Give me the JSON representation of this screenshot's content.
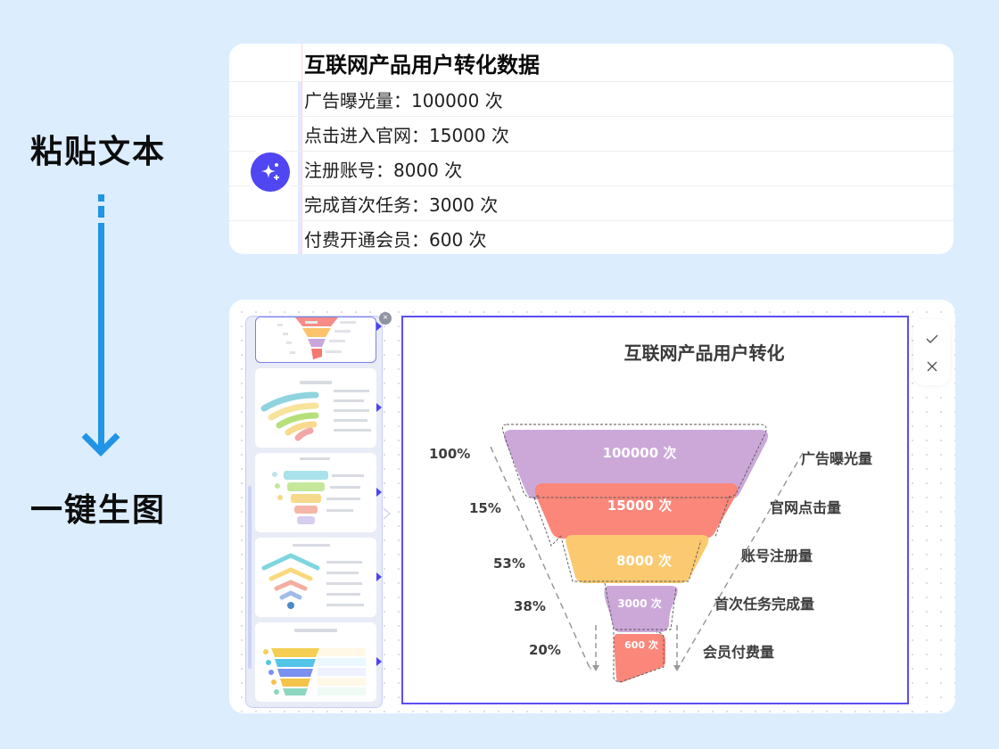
{
  "flow": {
    "step1": "粘贴文本",
    "step2": "一键生图",
    "arrow_color": "#2194e5"
  },
  "text_card": {
    "title": "互联网产品用户转化数据",
    "rows": [
      "广告曝光量：100000 次",
      "点击进入官网：15000 次",
      "注册账号：8000 次",
      "完成首次任务：3000 次",
      "付费开通会员：600 次"
    ],
    "ai_button_icon": "sparkle-plus-icon",
    "accent": "#5046f2"
  },
  "preview": {
    "thumbnails": [
      {
        "name": "funnel-classic",
        "selected": true
      },
      {
        "name": "rainbow-arc",
        "selected": false
      },
      {
        "name": "stacked-bowl-funnel",
        "selected": false
      },
      {
        "name": "wifi-chevron",
        "selected": false
      },
      {
        "name": "layered-cup-funnel",
        "selected": false
      }
    ],
    "close_icon": "close-circle-icon",
    "actions": {
      "confirm_icon": "check-icon",
      "cancel_icon": "close-icon"
    },
    "frame_color": "#5b4ef0"
  },
  "chart_data": {
    "type": "funnel",
    "title": "互联网产品用户转化",
    "stages": [
      {
        "label": "广告曝光量",
        "value": 100000,
        "display": "100000 次",
        "rate": "100%",
        "color": "#cca8d9"
      },
      {
        "label": "官网点击量",
        "value": 15000,
        "display": "15000 次",
        "rate": "15%",
        "color": "#fa877a"
      },
      {
        "label": "账号注册量",
        "value": 8000,
        "display": "8000 次",
        "rate": "53%",
        "color": "#fbca70"
      },
      {
        "label": "首次任务完成量",
        "value": 3000,
        "display": "3000 次",
        "rate": "38%",
        "color": "#cca8d9"
      },
      {
        "label": "会员付费量",
        "value": 600,
        "display": "600 次",
        "rate": "20%",
        "color": "#fa877a"
      }
    ]
  }
}
